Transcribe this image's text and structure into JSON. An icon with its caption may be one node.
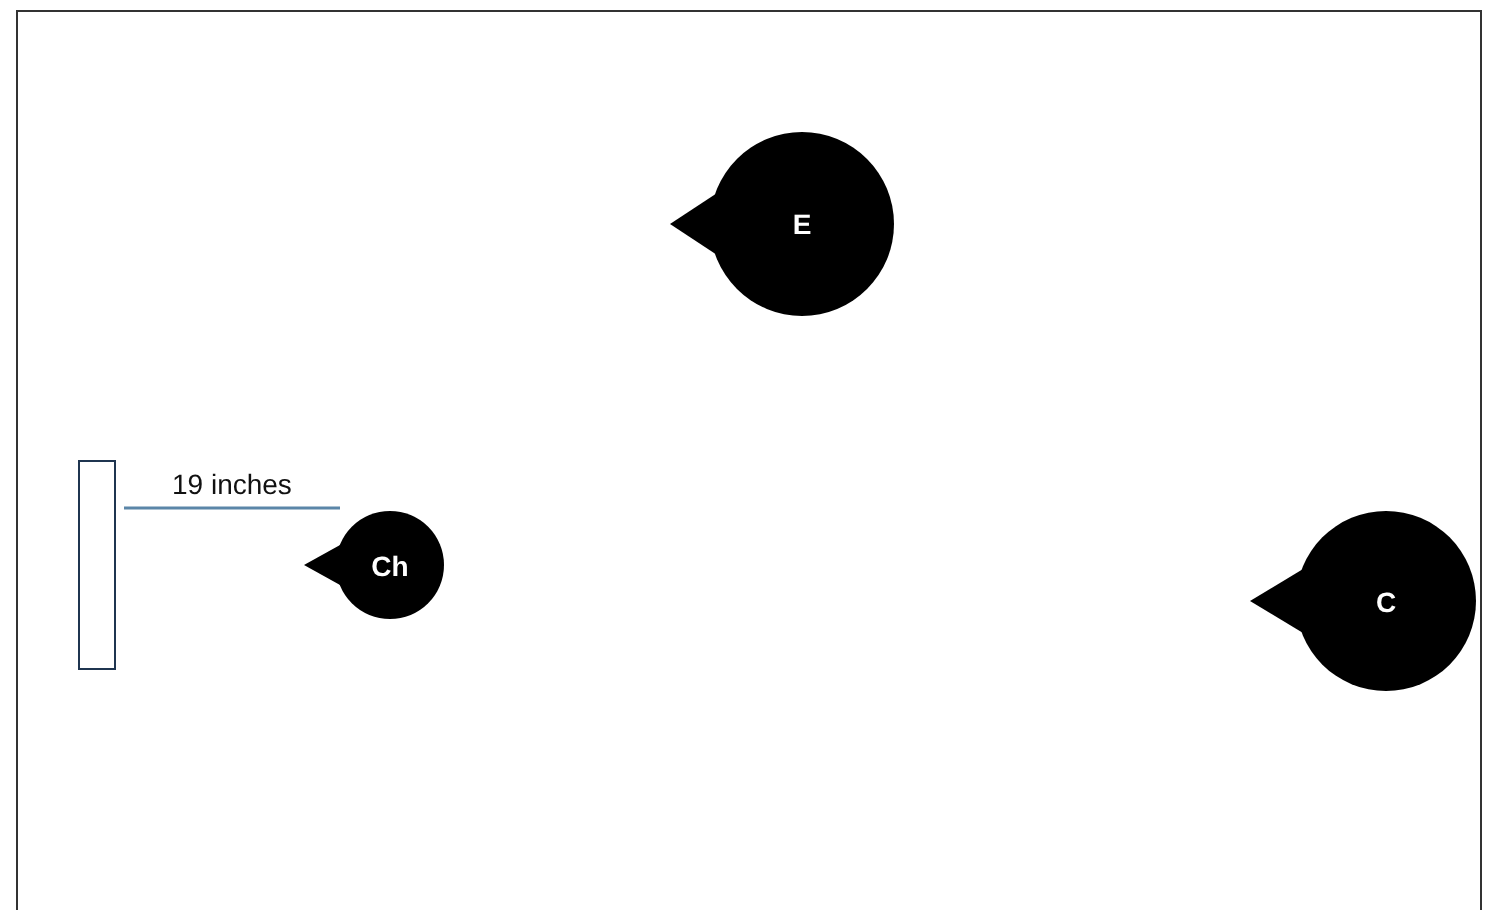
{
  "diagram": {
    "nodes": [
      {
        "text": [
          "E"
        ]
      },
      {
        "text": [
          "Ch"
        ]
      },
      {
        "text": [
          "C"
        ]
      },
      {
        "text": [],
        "shape": "box"
      }
    ],
    "labels": [
      "19 inches"
    ]
  }
}
